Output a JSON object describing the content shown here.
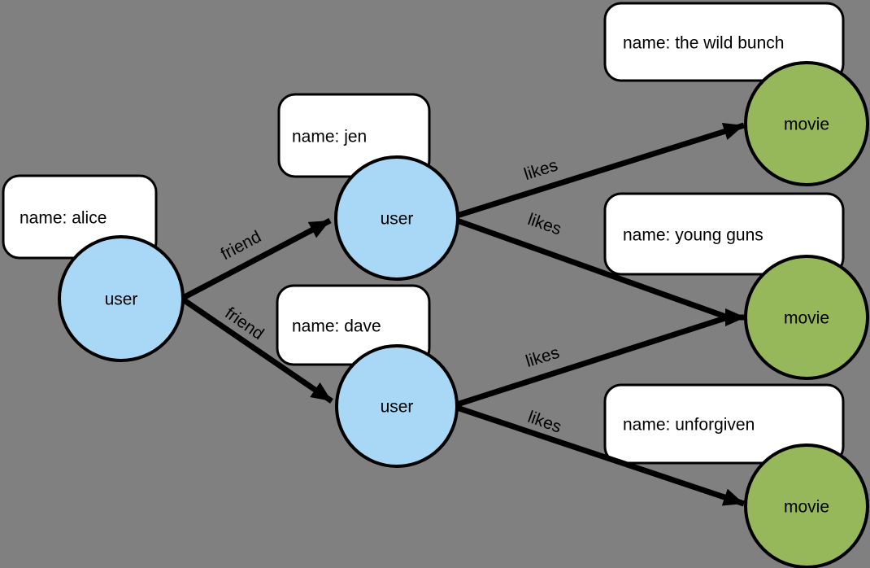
{
  "diagram": {
    "type": "property-graph",
    "colors": {
      "background": "#808080",
      "user_node_fill": "#A8D8F5",
      "movie_node_fill": "#96B85A",
      "property_box_fill": "#FFFFFF",
      "outline": "#000000"
    },
    "nodes": [
      {
        "id": "alice",
        "kind": "user",
        "label": "user",
        "property": "name: alice"
      },
      {
        "id": "jen",
        "kind": "user",
        "label": "user",
        "property": "name: jen"
      },
      {
        "id": "dave",
        "kind": "user",
        "label": "user",
        "property": "name: dave"
      },
      {
        "id": "wild_bunch",
        "kind": "movie",
        "label": "movie",
        "property": "name: the wild bunch"
      },
      {
        "id": "young_guns",
        "kind": "movie",
        "label": "movie",
        "property": "name: young guns"
      },
      {
        "id": "unforgiven",
        "kind": "movie",
        "label": "movie",
        "property": "name: unforgiven"
      }
    ],
    "edges": [
      {
        "from": "alice",
        "to": "jen",
        "label": "friend"
      },
      {
        "from": "alice",
        "to": "dave",
        "label": "friend"
      },
      {
        "from": "jen",
        "to": "wild_bunch",
        "label": "likes"
      },
      {
        "from": "jen",
        "to": "young_guns",
        "label": "likes"
      },
      {
        "from": "dave",
        "to": "young_guns",
        "label": "likes"
      },
      {
        "from": "dave",
        "to": "unforgiven",
        "label": "likes"
      }
    ]
  }
}
